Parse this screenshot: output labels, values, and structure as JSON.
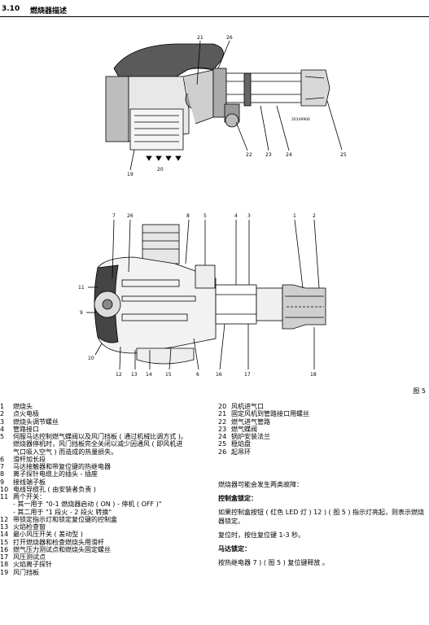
{
  "section": {
    "number": "3.10",
    "title": "燃烧器描述"
  },
  "figure": {
    "code": "20149906",
    "caption": "图 5",
    "top_callouts": [
      "21",
      "26",
      "22",
      "23",
      "24",
      "25",
      "19",
      "20"
    ],
    "bottom_callouts": [
      "7",
      "26",
      "8",
      "5",
      "4",
      "3",
      "1",
      "2",
      "11",
      "9",
      "10",
      "12",
      "13",
      "14",
      "15",
      "6",
      "16",
      "17",
      "18"
    ]
  },
  "legend_left": [
    {
      "n": "1",
      "t": "燃烧头"
    },
    {
      "n": "2",
      "t": "点火电极"
    },
    {
      "n": "3",
      "t": "燃烧头调节螺丝"
    },
    {
      "n": "4",
      "t": "管路接口"
    },
    {
      "n": "5",
      "t": "伺服马达控制燃气蝶阀以及风门挡板 ( 通过机械比调方式 )。"
    },
    {
      "n": "",
      "t": "燃烧器停机时，风门挡板完全关闭以减少因通风 ( 即风机进"
    },
    {
      "n": "",
      "t": "气口吸入空气 ) 而造成的热量损失。"
    },
    {
      "n": "6",
      "t": "滑杆加长段"
    },
    {
      "n": "7",
      "t": "马达接触器和带复位键的热继电器"
    },
    {
      "n": "8",
      "t": "离子探针电缆上的插头 - 插座"
    },
    {
      "n": "9",
      "t": "接线端子板"
    },
    {
      "n": "10",
      "t": "电线导缆孔 ( 由安装者负责 )"
    },
    {
      "n": "11",
      "t": "两个开关："
    },
    {
      "n": "",
      "t": "- 其一用于 \"0-1 燃烧器启动 ( ON ) - 停机 ( OFF )\""
    },
    {
      "n": "",
      "t": "- 其二用于 \"1 段火 - 2 段火 转换\""
    },
    {
      "n": "12",
      "t": "带锁定指示灯和锁定复位键的控制盒"
    },
    {
      "n": "13",
      "t": "火焰检查窗"
    },
    {
      "n": "14",
      "t": "最小风压开关 ( 差动型 )"
    },
    {
      "n": "15",
      "t": "打开燃烧器和检查燃烧头用滑杆"
    },
    {
      "n": "16",
      "t": "燃气压力测试点和燃烧头固定螺丝"
    },
    {
      "n": "17",
      "t": "风压测试点"
    },
    {
      "n": "18",
      "t": "火焰离子探针"
    },
    {
      "n": "19",
      "t": "风门挡板"
    }
  ],
  "legend_right": [
    {
      "n": "20",
      "t": "风机进气口"
    },
    {
      "n": "21",
      "t": "固定风机到管路接口用螺丝"
    },
    {
      "n": "22",
      "t": "燃气进气管路"
    },
    {
      "n": "23",
      "t": "燃气蝶阀"
    },
    {
      "n": "24",
      "t": "锅炉安装法兰"
    },
    {
      "n": "25",
      "t": "稳焰盘"
    },
    {
      "n": "26",
      "t": "起吊环"
    }
  ],
  "notes": {
    "intro": "燃烧器可能会发生两类故障：",
    "control_lock_title": "控制盒锁定：",
    "control_lock_text": "如果控制盒按钮 ( 红色 LED 灯 ) 12 ) ( 图 5 ) 指示灯亮起，则表示燃烧器锁定。",
    "reset_text": "复位时，按住复位键 1-3 秒。",
    "motor_lock_title": "马达锁定：",
    "motor_lock_text": "按热继电器 7 ) ( 图 5 ) 复位键释放 。"
  }
}
